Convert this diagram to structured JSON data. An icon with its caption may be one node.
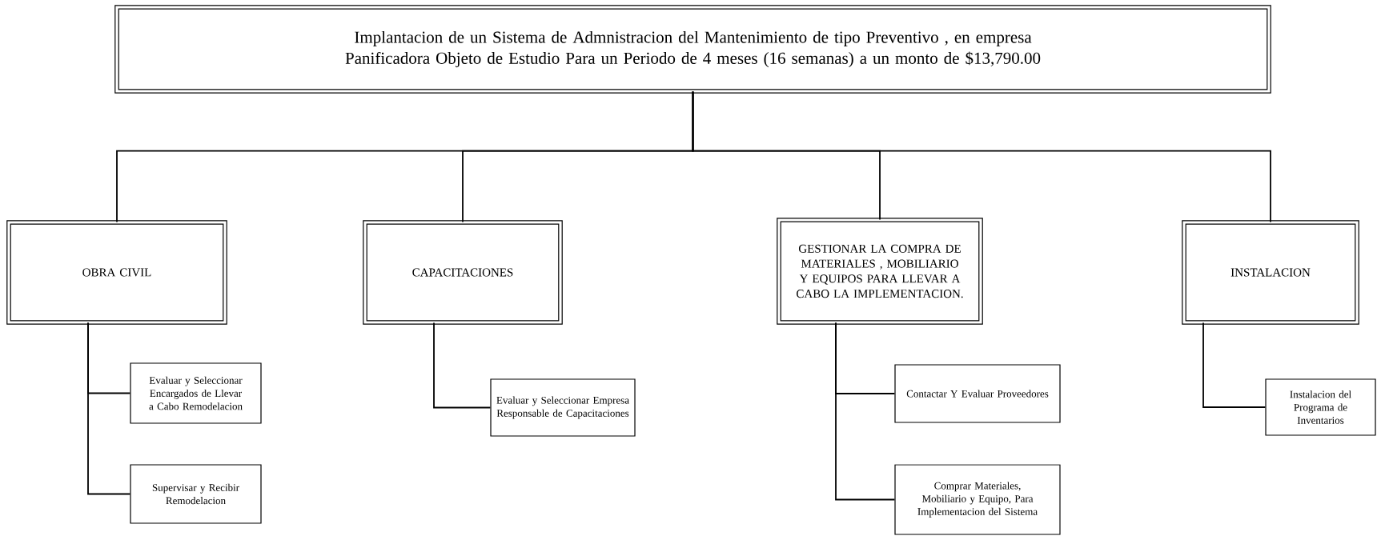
{
  "diagram": {
    "nodes": [
      {
        "text": [
          "Implantacion de un Sistema de Admnistracion del Mantenimiento de tipo Preventivo , en empresa Panificadora Objeto de Estudio Para un Periodo de 4 meses (16 semanas) a un monto de $13,790.00"
        ]
      },
      {
        "text": [
          "OBRA CIVIL"
        ]
      },
      {
        "text": [
          "CAPACITACIONES"
        ]
      },
      {
        "text": [
          "GESTIONAR LA COMPRA DE MATERIALES , MOBILIARIO Y EQUIPOS PARA LLEVAR A CABO LA IMPLEMENTACION."
        ]
      },
      {
        "text": [
          "INSTALACION"
        ]
      },
      {
        "text": [
          "Evaluar y Seleccionar Encargados de Llevar a Cabo Remodelacion"
        ]
      },
      {
        "text": [
          "Supervisar y Recibir Remodelacion"
        ]
      },
      {
        "text": [
          "Evaluar y Seleccionar Empresa Responsable de Capacitaciones"
        ]
      },
      {
        "text": [
          "Contactar Y Evaluar Proveedores"
        ]
      },
      {
        "text": [
          "Comprar Materiales, Mobiliario y Equipo, Para Implementacion del Sistema"
        ]
      },
      {
        "text": [
          "Instalacion del Programa de Inventarios"
        ]
      }
    ],
    "edges": [
      {
        "from": 0,
        "to": 1,
        "arrow": "none"
      },
      {
        "from": 0,
        "to": 2,
        "arrow": "none"
      },
      {
        "from": 0,
        "to": 3,
        "arrow": "none"
      },
      {
        "from": 0,
        "to": 4,
        "arrow": "none"
      },
      {
        "from": 1,
        "to": 5,
        "arrow": "none"
      },
      {
        "from": 1,
        "to": 6,
        "arrow": "none"
      },
      {
        "from": 2,
        "to": 7,
        "arrow": "none"
      },
      {
        "from": 3,
        "to": 8,
        "arrow": "none"
      },
      {
        "from": 3,
        "to": 9,
        "arrow": "none"
      },
      {
        "from": 4,
        "to": 10,
        "arrow": "none"
      }
    ]
  }
}
